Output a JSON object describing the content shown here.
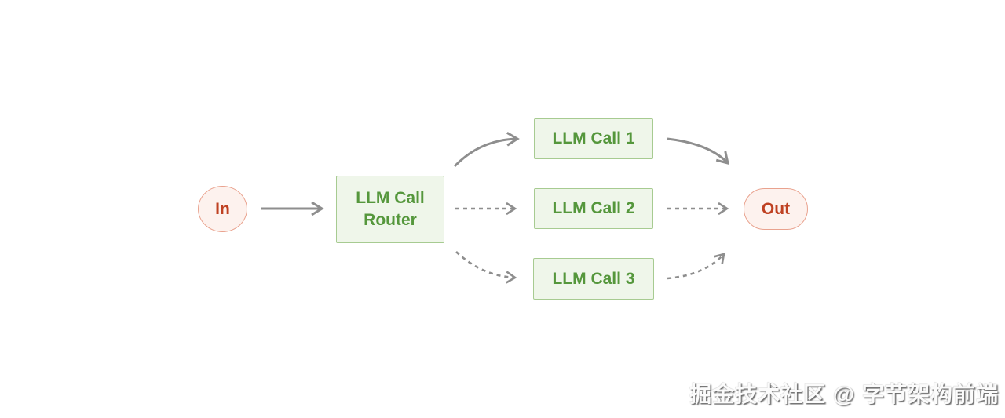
{
  "diagram": {
    "type": "flowchart",
    "description": "LLM call routing workflow: input routed by an LLM Call Router to one of three LLM calls, converging to output",
    "nodes": {
      "in": {
        "label": "In",
        "shape": "ellipse",
        "color_role": "pink"
      },
      "router": {
        "label": "LLM Call Router",
        "shape": "rect",
        "color_role": "green"
      },
      "call1": {
        "label": "LLM Call 1",
        "shape": "rect",
        "color_role": "green"
      },
      "call2": {
        "label": "LLM Call 2",
        "shape": "rect",
        "color_role": "green"
      },
      "call3": {
        "label": "LLM Call 3",
        "shape": "rect",
        "color_role": "green"
      },
      "out": {
        "label": "Out",
        "shape": "stadium",
        "color_role": "pink"
      }
    },
    "edges": [
      {
        "from": "in",
        "to": "router",
        "style": "solid"
      },
      {
        "from": "router",
        "to": "call1",
        "style": "solid"
      },
      {
        "from": "router",
        "to": "call2",
        "style": "dashed"
      },
      {
        "from": "router",
        "to": "call3",
        "style": "dashed"
      },
      {
        "from": "call1",
        "to": "out",
        "style": "solid"
      },
      {
        "from": "call2",
        "to": "out",
        "style": "dashed"
      },
      {
        "from": "call3",
        "to": "out",
        "style": "dashed"
      }
    ],
    "colors": {
      "green_fill": "#eff6ea",
      "green_border": "#a7cb91",
      "green_text": "#55973c",
      "pink_fill": "#fdf2ee",
      "pink_border": "#e9a28e",
      "pink_text": "#bf4122",
      "arrow_gray": "#8e8e8e",
      "background": "#ffffff"
    }
  },
  "watermark": {
    "text": "掘金技术社区 @ 字节架构前端"
  }
}
